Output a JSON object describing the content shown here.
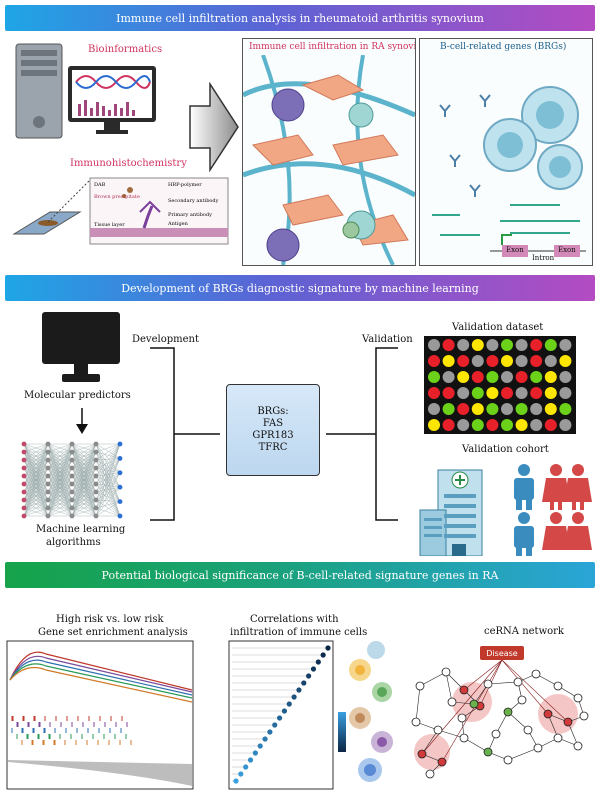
{
  "banners": {
    "b1": "Immune cell infiltration analysis in rheumatoid arthritis synovium",
    "b2": "Development of BRGs diagnostic signature by machine learning",
    "b3": "Potential biological significance of B-cell-related signature genes in RA"
  },
  "section1": {
    "bioinformatics": "Bioinformatics",
    "ihc": "Immunohistochemistry",
    "ihc_labels": {
      "dab": "DAB",
      "brown": "Brown\nprecipitate",
      "hrp": "HRP-polymer",
      "secondary": "Secondary antibody",
      "primary": "Primary antibody",
      "antigen": "Antigen",
      "tissue": "Tissue layer"
    },
    "panel_left_title": "Immune cell infiltration in RA synovium",
    "panel_right_title": "B-cell-related genes (BRGs)",
    "exon1": "Exon",
    "intron": "Intron",
    "exon2": "Exon"
  },
  "section2": {
    "development": "Development",
    "validation": "Validation",
    "molecular_predictors": "Molecular predictors",
    "ml_line1": "Machine learning",
    "ml_line2": "algorithms",
    "brgs_title": "BRGs:",
    "genes": [
      "FAS",
      "GPR183",
      "TFRC"
    ],
    "validation_dataset": "Validation dataset",
    "validation_cohort": "Validation cohort"
  },
  "section3": {
    "gsea_line1": "High risk vs. low risk",
    "gsea_line2": "Gene set enrichment analysis",
    "corr_line1": "Correlations with",
    "corr_line2": "infiltration of immune cells",
    "cerna": "ceRNA network",
    "disease": "Disease"
  },
  "colors": {
    "accent_red": "#d0325e",
    "accent_blue": "#1e5e8a",
    "heat_red": "#e8202a",
    "heat_yellow": "#ffe600",
    "heat_green": "#6cd219",
    "heat_grey": "#9a9a9a"
  }
}
